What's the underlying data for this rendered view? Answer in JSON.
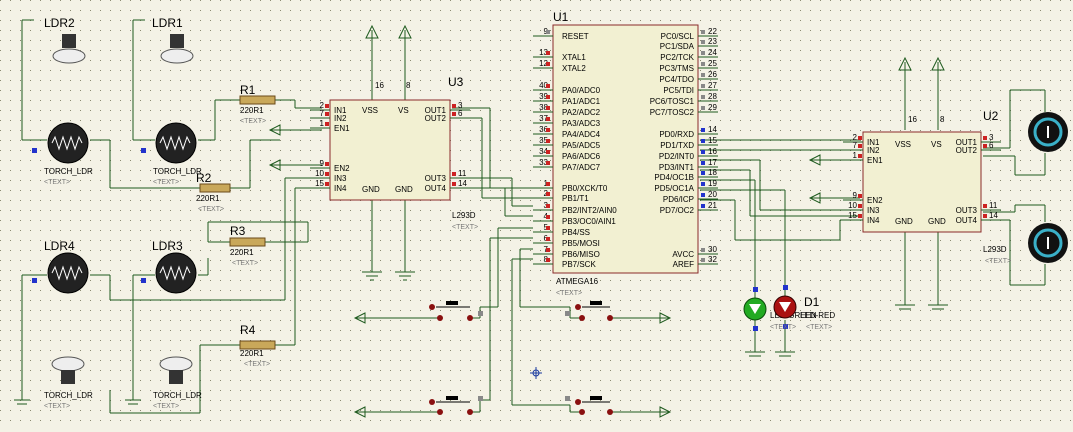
{
  "u1": {
    "ref": "U1",
    "part": "ATMEGA16",
    "text": "<TEXT>",
    "left_pins": [
      {
        "num": "9",
        "name": "RESET"
      },
      {
        "num": "13",
        "name": "XTAL1"
      },
      {
        "num": "12",
        "name": "XTAL2"
      },
      {
        "num": "40",
        "name": "PA0/ADC0"
      },
      {
        "num": "39",
        "name": "PA1/ADC1"
      },
      {
        "num": "38",
        "name": "PA2/ADC2"
      },
      {
        "num": "37",
        "name": "PA3/ADC3"
      },
      {
        "num": "36",
        "name": "PA4/ADC4"
      },
      {
        "num": "35",
        "name": "PA5/ADC5"
      },
      {
        "num": "34",
        "name": "PA6/ADC6"
      },
      {
        "num": "33",
        "name": "PA7/ADC7"
      },
      {
        "num": "1",
        "name": "PB0/XCK/T0"
      },
      {
        "num": "2",
        "name": "PB1/T1"
      },
      {
        "num": "3",
        "name": "PB2/INT2/AIN0"
      },
      {
        "num": "4",
        "name": "PB3/OC0/AIN1"
      },
      {
        "num": "5",
        "name": "PB4/SS"
      },
      {
        "num": "6",
        "name": "PB5/MOSI"
      },
      {
        "num": "7",
        "name": "PB6/MISO"
      },
      {
        "num": "8",
        "name": "PB7/SCK"
      }
    ],
    "right_pins": [
      {
        "num": "22",
        "name": "PC0/SCL"
      },
      {
        "num": "23",
        "name": "PC1/SDA"
      },
      {
        "num": "24",
        "name": "PC2/TCK"
      },
      {
        "num": "25",
        "name": "PC3/TMS"
      },
      {
        "num": "26",
        "name": "PC4/TDO"
      },
      {
        "num": "27",
        "name": "PC5/TDI"
      },
      {
        "num": "28",
        "name": "PC6/TOSC1"
      },
      {
        "num": "29",
        "name": "PC7/TOSC2"
      },
      {
        "num": "14",
        "name": "PD0/RXD"
      },
      {
        "num": "15",
        "name": "PD1/TXD"
      },
      {
        "num": "16",
        "name": "PD2/INT0"
      },
      {
        "num": "17",
        "name": "PD3/INT1"
      },
      {
        "num": "18",
        "name": "PD4/OC1B"
      },
      {
        "num": "19",
        "name": "PD5/OC1A"
      },
      {
        "num": "20",
        "name": "PD6/ICP"
      },
      {
        "num": "21",
        "name": "PD7/OC2"
      },
      {
        "num": "30",
        "name": "AVCC"
      },
      {
        "num": "32",
        "name": "AREF"
      }
    ]
  },
  "u3": {
    "ref": "U3",
    "part": "L293D",
    "text": "<TEXT>",
    "top_pin_nums": [
      "16",
      "8"
    ],
    "top_labels": [
      "VSS",
      "VS"
    ],
    "left": [
      {
        "num": "2",
        "name": "IN1"
      },
      {
        "num": "7",
        "name": "IN2"
      },
      {
        "num": "1",
        "name": "EN1"
      },
      {
        "num": "9",
        "name": "EN2"
      },
      {
        "num": "10",
        "name": "IN3"
      },
      {
        "num": "15",
        "name": "IN4"
      }
    ],
    "right": [
      {
        "num": "3",
        "name": "OUT1"
      },
      {
        "num": "6",
        "name": "OUT2"
      },
      {
        "num": "11",
        "name": "OUT3"
      },
      {
        "num": "14",
        "name": "OUT4"
      }
    ],
    "gnd": [
      "GND",
      "GND"
    ]
  },
  "u2": {
    "ref": "U2",
    "part": "L293D",
    "text": "<TEXT>",
    "top_pin_nums": [
      "16",
      "8"
    ],
    "top_labels": [
      "VSS",
      "VS"
    ],
    "left": [
      {
        "num": "2",
        "name": "IN1"
      },
      {
        "num": "7",
        "name": "IN2"
      },
      {
        "num": "1",
        "name": "EN1"
      },
      {
        "num": "9",
        "name": "EN2"
      },
      {
        "num": "10",
        "name": "IN3"
      },
      {
        "num": "15",
        "name": "IN4"
      }
    ],
    "right": [
      {
        "num": "3",
        "name": "OUT1"
      },
      {
        "num": "6",
        "name": "OUT2"
      },
      {
        "num": "11",
        "name": "OUT3"
      },
      {
        "num": "14",
        "name": "OUT4"
      }
    ],
    "gnd": [
      "GND",
      "GND"
    ]
  },
  "ldrs": [
    {
      "ref": "LDR1",
      "part": "TORCH_LDR",
      "text": "<TEXT>"
    },
    {
      "ref": "LDR2",
      "part": "TORCH_LDR",
      "text": "<TEXT>"
    },
    {
      "ref": "LDR4",
      "part": "TORCH_LDR",
      "text": "<TEXT>"
    },
    {
      "ref": "LDR3",
      "part": "TORCH_LDR",
      "text": "<TEXT>"
    }
  ],
  "lamps": [
    "LDR2",
    "LDR1"
  ],
  "resistors": [
    {
      "ref": "R1",
      "value": "220R1",
      "text": "<TEXT>"
    },
    {
      "ref": "R2",
      "value": "220R1",
      "text": "<TEXT>"
    },
    {
      "ref": "R3",
      "value": "220R1",
      "text": "<TEXT>"
    },
    {
      "ref": "R4",
      "value": "220R1",
      "text": "<TEXT>"
    }
  ],
  "leds": {
    "green_part": "LED-GREEN",
    "red_ref": "D1",
    "red_part": "LED-RED",
    "text": "<TEXT>",
    "green_color": "#22aa22",
    "red_color": "#aa1111"
  },
  "colors": {
    "background": "#f4f2e6",
    "wire": "#1e5a1e",
    "pin_red": "#cc2222",
    "pin_blue": "#2233cc",
    "component_fill": "#f2f0d2"
  }
}
